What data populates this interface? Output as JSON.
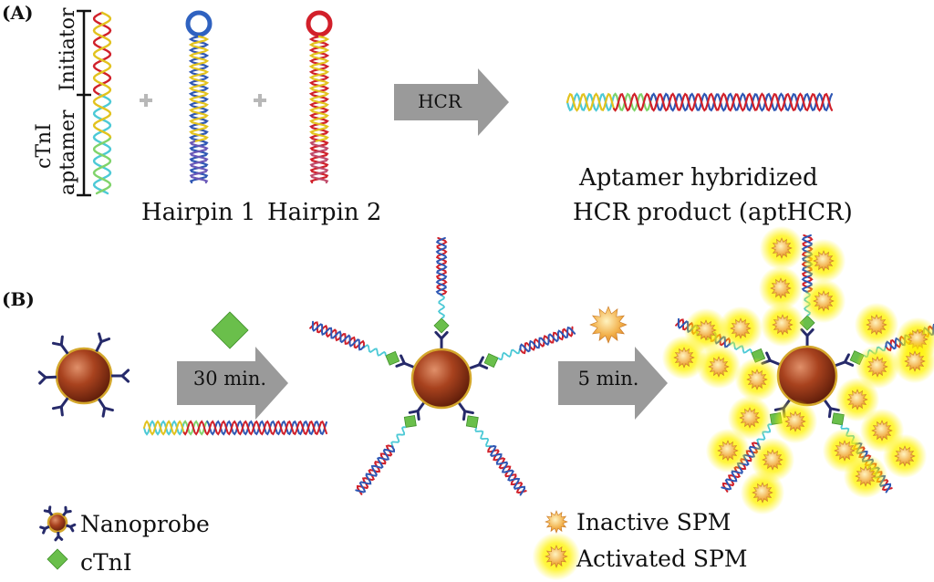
{
  "panels": {
    "a": "(A)",
    "b": "(B)"
  },
  "strand_labels": {
    "initiator": "Initiator",
    "aptamer": "aptamer",
    "ctni": "cTnI"
  },
  "panel_a": {
    "hairpin1": "Hairpin 1",
    "hairpin2": "Hairpin 2",
    "arrow_label": "HCR",
    "product_line1": "Aptamer hybridized",
    "product_line2": "HCR product (aptHCR)"
  },
  "panel_b": {
    "step1_time": "30 min.",
    "step2_time": "5 min."
  },
  "legend": {
    "nanoprobe": "Nanoprobe",
    "ctni": "cTnI",
    "inactive_spm": "Inactive SPM",
    "activated_spm": "Activated SPM"
  },
  "colors": {
    "strand_red": "#d0202a",
    "strand_yellow": "#e2c21e",
    "strand_cyan": "#4cc9d6",
    "strand_blue": "#2f57b4",
    "hairpin1_loop": "#2f62c0",
    "hairpin2_loop": "#d21f2a",
    "arrow_gray": "#9a9a9a",
    "cTnI_green": "#6abf4b",
    "antibody_navy": "#262a6a",
    "bead_brown": "#9a3a1c",
    "spm_orange": "#f0a030",
    "spm_glow": "#fff200"
  },
  "icons": [
    "nanoprobe-icon",
    "ctni-diamond-icon",
    "inactive-spm-icon",
    "activated-spm-icon",
    "arrow-icon",
    "dna-helix-icon"
  ]
}
